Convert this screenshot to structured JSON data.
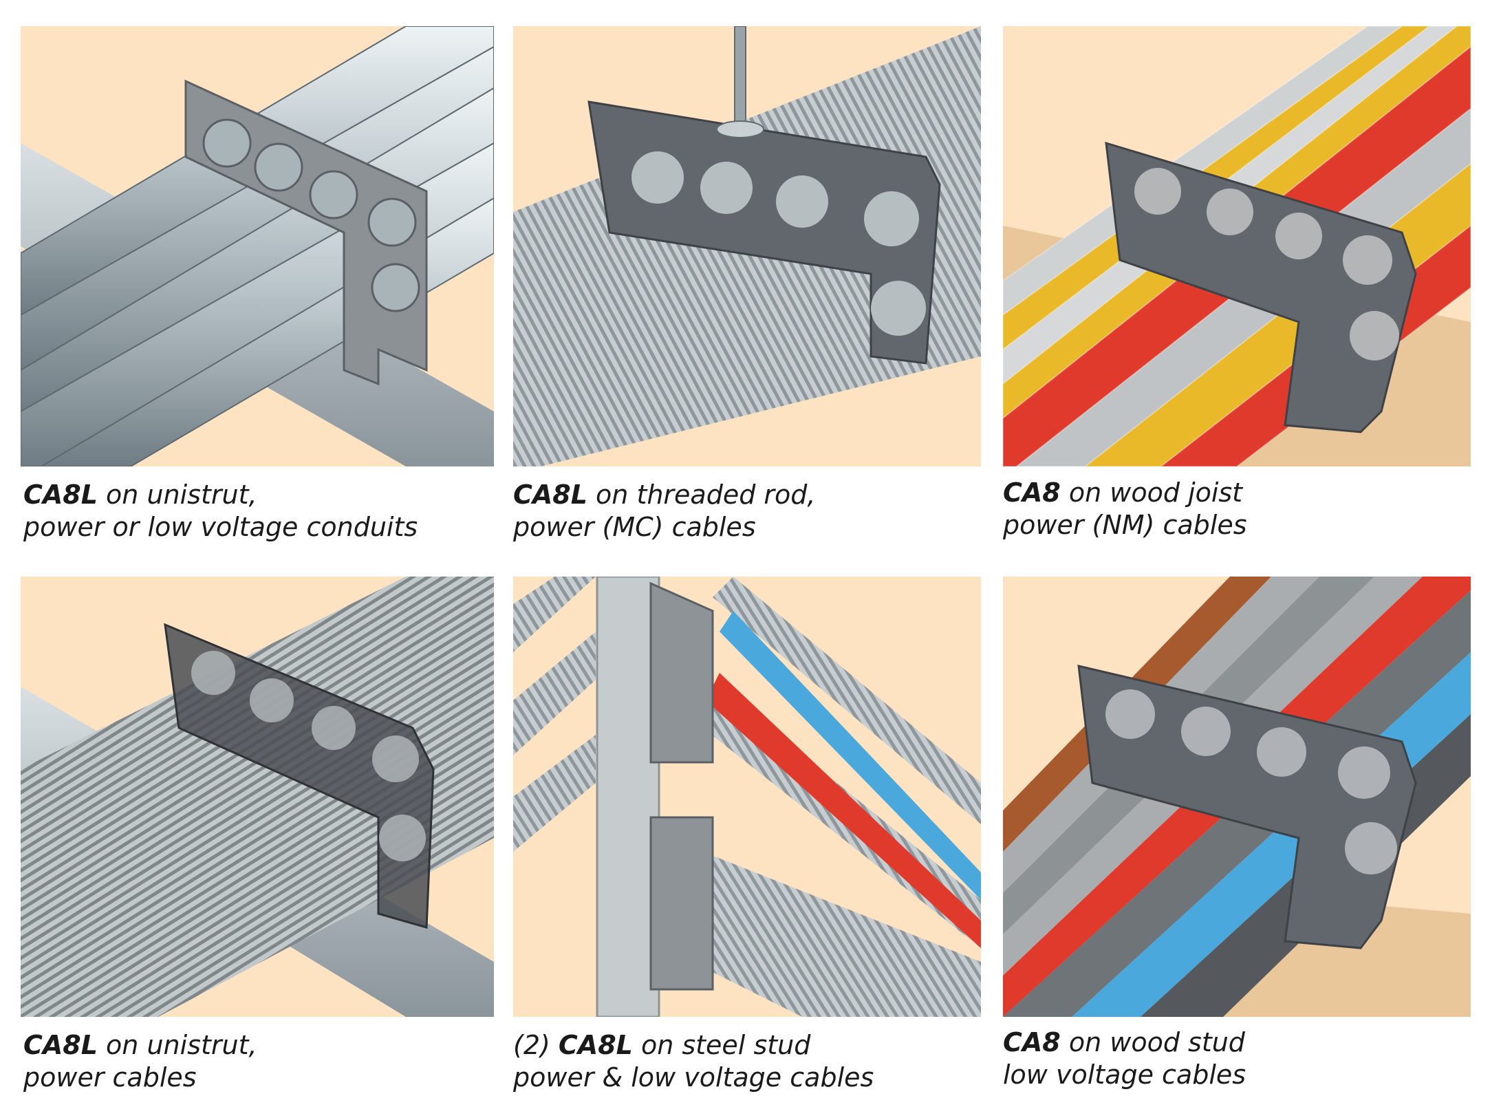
{
  "panels": [
    {
      "caption_line1_bold": "CA8L",
      "caption_line1_rest": " on unistrut,",
      "caption_line2": "power or low voltage conduits"
    },
    {
      "caption_line1_bold": "CA8L",
      "caption_line1_rest": " on threaded rod,",
      "caption_line2": "power (MC) cables"
    },
    {
      "caption_line1_bold": "CA8",
      "caption_line1_rest": " on wood joist",
      "caption_line2": "power (NM) cables"
    },
    {
      "caption_line1_bold": "CA8L",
      "caption_line1_rest": " on unistrut,",
      "caption_line2": "power cables"
    },
    {
      "caption_line1_prefix": "(2) ",
      "caption_line1_bold": "CA8L",
      "caption_line1_rest": " on steel stud",
      "caption_line2": "power & low voltage cables"
    },
    {
      "caption_line1_bold": "CA8",
      "caption_line1_rest": " on wood stud",
      "caption_line2": "low voltage cables"
    }
  ],
  "colors": {
    "background": "#fde3c2",
    "bracket": "#5f646b",
    "conduit": "#b9c4c9",
    "yellow_cable": "#e9b92a",
    "red_cable": "#e03a2c",
    "blue_cable": "#4aa8dd",
    "copper_cable": "#a65a2e",
    "wood": "#e9c79a"
  }
}
